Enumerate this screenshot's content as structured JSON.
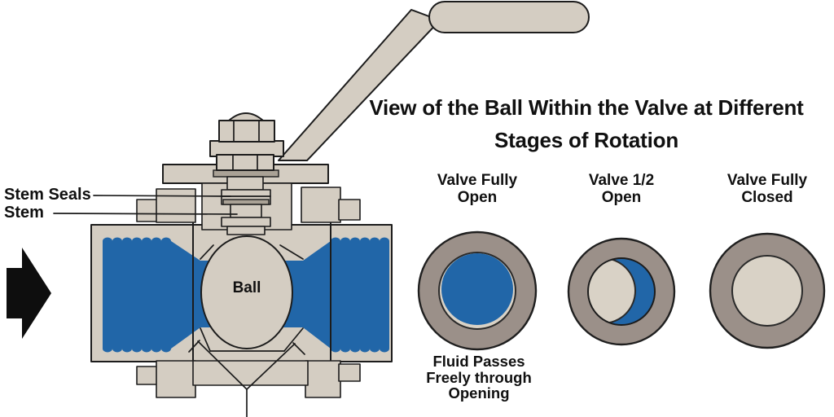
{
  "title": {
    "line1": "View of the Ball Within the Valve at Different",
    "line2": "Stages of Rotation"
  },
  "cross_section": {
    "stem_seals_label": "Stem Seals",
    "stem_label": "Stem",
    "ball_label": "Ball",
    "flow_arrow_icon": "arrow-right",
    "component": "ball-valve-cross-section"
  },
  "stages": [
    {
      "name_line1": "Valve Fully",
      "name_line2": "Open",
      "state": "fully-open"
    },
    {
      "name_line1": "Valve 1/2",
      "name_line2": "Open",
      "state": "half-open"
    },
    {
      "name_line1": "Valve Fully",
      "name_line2": "Closed",
      "state": "fully-closed"
    }
  ],
  "fluid_caption": {
    "line1": "Fluid Passes",
    "line2": "Freely through",
    "line3": "Opening"
  },
  "colors": {
    "fluid_blue": "#2166a8",
    "body_beige": "#d4cdc2",
    "seal_band": "#aaa296",
    "ring_gray": "#9b9089",
    "ball_beige": "#d9d2c6",
    "outline_ink": "#1c1c1c"
  }
}
